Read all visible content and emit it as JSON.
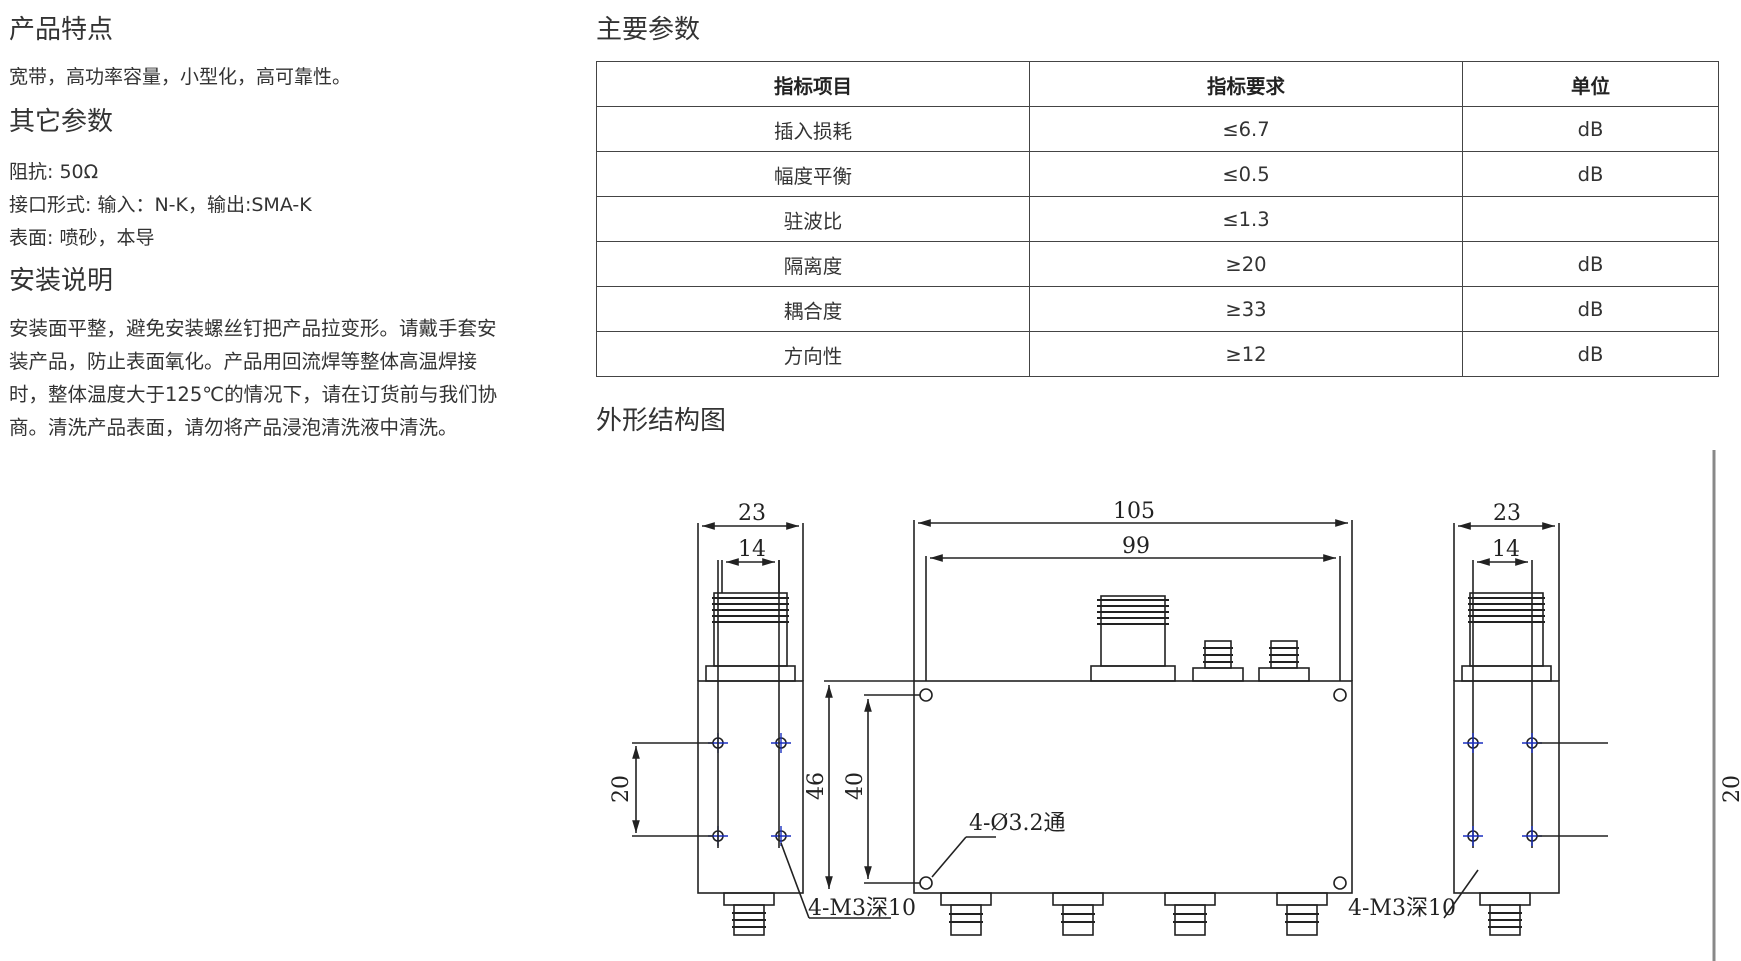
{
  "features": {
    "title": "产品特点",
    "text": "宽带，高功率容量，小型化，高可靠性。"
  },
  "other_params": {
    "title": "其它参数",
    "lines": [
      "阻抗: 50Ω",
      "接口形式: 输入：N-K，输出:SMA-K",
      "表面: 喷砂，本导"
    ]
  },
  "install": {
    "title": "安装说明",
    "lines": [
      "安装面平整，避免安装螺丝钉把产品拉变形。请戴手套安",
      "装产品，防止表面氧化。产品用回流焊等整体高温焊接",
      "时，整体温度大于125℃的情况下，请在订货前与我们协",
      "商。清洗产品表面，请勿将产品浸泡清洗液中清洗。"
    ]
  },
  "main_params": {
    "title": "主要参数",
    "headers": [
      "指标项目",
      "指标要求",
      "单位"
    ],
    "rows": [
      [
        "插入损耗",
        "≤6.7",
        "dB"
      ],
      [
        "幅度平衡",
        "≤0.5",
        "dB"
      ],
      [
        "驻波比",
        "≤1.3",
        ""
      ],
      [
        "隔离度",
        "≥20",
        "dB"
      ],
      [
        "耦合度",
        "≥33",
        "dB"
      ],
      [
        "方向性",
        "≥12",
        "dB"
      ]
    ]
  },
  "outline": {
    "title": "外形结构图",
    "dims": {
      "d23": "23",
      "d14": "14",
      "d105": "105",
      "d99": "99",
      "d20": "20",
      "d46": "46",
      "d40": "40",
      "hole_note": "4-Ø3.2通",
      "tap_note": "4-M3深10"
    }
  }
}
